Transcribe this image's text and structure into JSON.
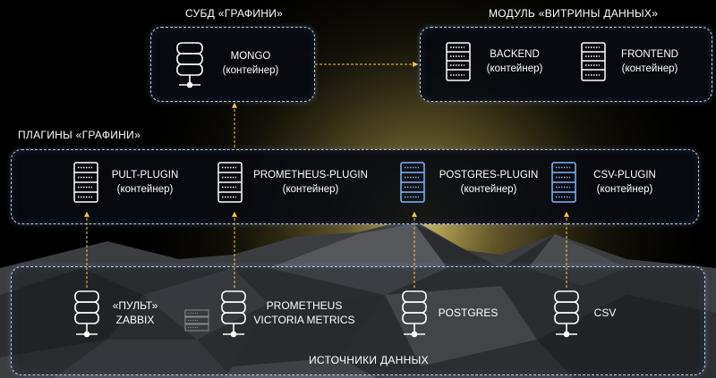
{
  "groups": {
    "dbms": {
      "title": "СУБД «ГРАФИНИ»"
    },
    "showcase": {
      "title": "МОДУЛЬ «ВИТРИНЫ ДАННЫХ»"
    },
    "plugins": {
      "title": "ПЛАГИНЫ «ГРАФИНИ»"
    },
    "sources": {
      "title": "ИСТОЧНИКИ ДАННЫХ"
    }
  },
  "nodes": {
    "mongo": {
      "line1": "MONGO",
      "line2": "(контейнер)",
      "icon": "database-icon"
    },
    "backend": {
      "line1": "BACKEND",
      "line2": "(контейнер)",
      "icon": "server-icon"
    },
    "frontend": {
      "line1": "FRONTEND",
      "line2": "(контейнер)",
      "icon": "server-icon"
    },
    "pult_plugin": {
      "line1": "PULT-PLUGIN",
      "line2": "(контейнер)",
      "icon": "server-icon"
    },
    "prometheus_plugin": {
      "line1": "PROMETHEUS-PLUGIN",
      "line2": "(контейнер)",
      "icon": "server-icon"
    },
    "postgres_plugin": {
      "line1": "POSTGRES-PLUGIN",
      "line2": "(контейнер)",
      "icon": "server-icon"
    },
    "csv_plugin": {
      "line1": "CSV-PLUGIN",
      "line2": "(контейнер)",
      "icon": "server-icon"
    },
    "zabbix": {
      "line1": "«ПУЛЬТ»",
      "line2": "ZABBIX",
      "icon": "database-icon"
    },
    "prometheus": {
      "line1": "PROMETHEUS",
      "line2": "VICTORIA METRICS",
      "icon": "database-icon"
    },
    "postgres": {
      "line1": "POSTGRES",
      "icon": "database-icon"
    },
    "csv": {
      "line1": "CSV",
      "icon": "database-icon"
    }
  },
  "colors": {
    "icon_stroke": "#ffffff",
    "icon_stroke_accent": "#7fb6ff",
    "arrow": "#f0c94a",
    "border": "#c9c9c9"
  }
}
